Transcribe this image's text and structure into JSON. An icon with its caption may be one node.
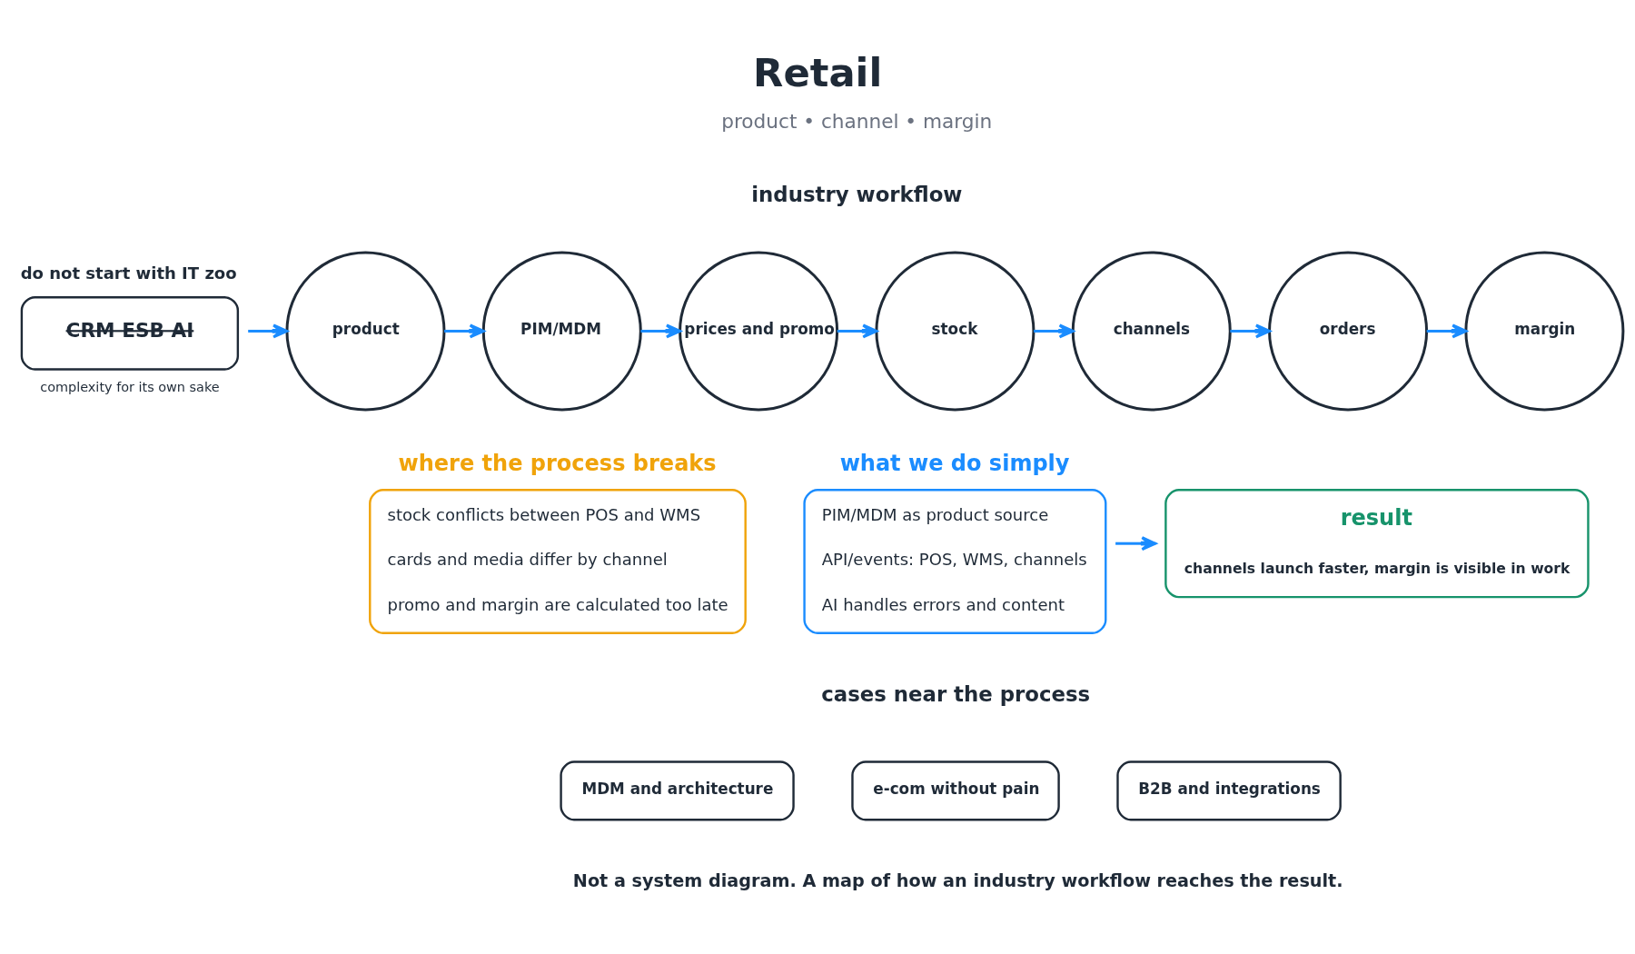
{
  "diagram": {
    "title": "Retail",
    "caption": "Not a system diagram. A map of how an industry workflow reaches the result.",
    "nodes": [
      {
        "text": [
          "do not start with IT zoo",
          "CRM ESB AI"
        ],
        "beside": [
          "complexity for its own sake"
        ]
      },
      {
        "text": [
          "product"
        ]
      },
      {
        "text": [
          "PIM/MDM"
        ]
      },
      {
        "text": [
          "prices and promo"
        ]
      },
      {
        "text": [
          "stock"
        ]
      },
      {
        "text": [
          "channels"
        ]
      },
      {
        "text": [
          "orders"
        ]
      },
      {
        "text": [
          "margin"
        ]
      },
      {
        "text": [
          "where the process breaks",
          "stock conflicts between POS and WMS",
          "cards and media differ by channel",
          "promo and margin are calculated too late"
        ]
      },
      {
        "text": [
          "what we do simply",
          "PIM/MDM as product source",
          "API/events: POS, WMS, channels",
          "AI handles errors and content"
        ]
      },
      {
        "text": [
          "result",
          "channels launch faster, margin is visible in work"
        ]
      },
      {
        "text": [
          "MDM and architecture"
        ]
      },
      {
        "text": [
          "e-com without pain"
        ]
      },
      {
        "text": [
          "B2B and integrations"
        ]
      }
    ],
    "edges": [
      {
        "from": 0,
        "to": 1,
        "arrow": "to"
      },
      {
        "from": 1,
        "to": 2,
        "arrow": "to"
      },
      {
        "from": 2,
        "to": 3,
        "arrow": "to"
      },
      {
        "from": 3,
        "to": 4,
        "arrow": "to"
      },
      {
        "from": 4,
        "to": 5,
        "arrow": "to"
      },
      {
        "from": 5,
        "to": 6,
        "arrow": "to"
      },
      {
        "from": 6,
        "to": 7,
        "arrow": "to"
      },
      {
        "from": 9,
        "to": 10,
        "arrow": "to"
      }
    ],
    "labels": [
      "product • channel • margin",
      "industry workflow",
      "cases near the process"
    ]
  }
}
